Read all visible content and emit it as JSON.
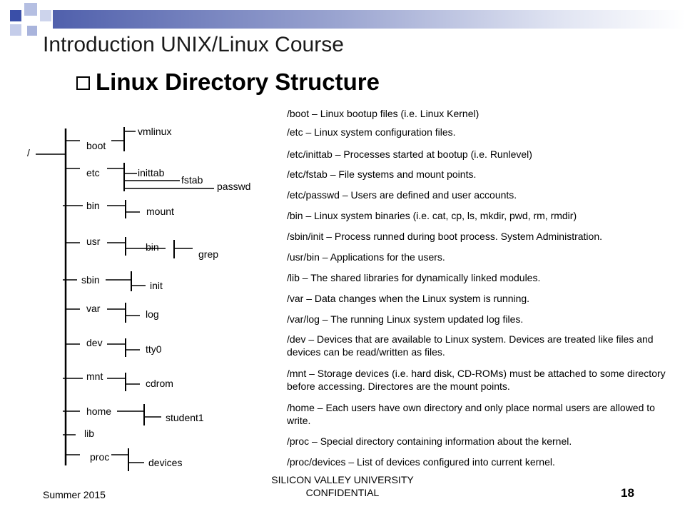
{
  "header": {
    "title": "Introduction UNIX/Linux Course",
    "subtitle": "Linux Directory Structure"
  },
  "tree": {
    "root": "/",
    "boot": "boot",
    "vmlinux": "vmlinux",
    "etc": "etc",
    "inittab": "inittab",
    "fstab": "fstab",
    "passwd": "passwd",
    "bin": "bin",
    "mount": "mount",
    "usr": "usr",
    "usr_bin": "bin",
    "grep": "grep",
    "sbin": "sbin",
    "init": "init",
    "var": "var",
    "log": "log",
    "dev": "dev",
    "tty0": "tty0",
    "mnt": "mnt",
    "cdrom": "cdrom",
    "home": "home",
    "student1": "student1",
    "lib": "lib",
    "proc": "proc",
    "devices": "devices"
  },
  "descriptions": [
    "/boot – Linux bootup files (i.e. Linux Kernel)",
    "/etc – Linux system configuration files.",
    "/etc/inittab – Processes started at bootup (i.e. Runlevel)",
    "/etc/fstab – File systems and mount points.",
    "/etc/passwd – Users are defined and user accounts.",
    "/bin – Linux system binaries (i.e. cat, cp, ls, mkdir, pwd, rm, rmdir)",
    "/sbin/init – Process runned during boot process. System Administration.",
    "/usr/bin – Applications for the users.",
    "/lib – The shared libraries for dynamically linked modules.",
    "/var – Data changes when the Linux system is running.",
    "/var/log – The running Linux system updated log files.",
    "/dev – Devices that are available to Linux system. Devices are treated like files and devices can be read/written as files.",
    "/mnt – Storage devices (i.e. hard disk, CD-ROMs) must be attached to some directory before accessing. Directores are the mount points.",
    "/home – Each users have own directory and only place normal users are allowed to write.",
    "/proc – Special directory containing information about the kernel.",
    "/proc/devices – List of devices configured into current kernel."
  ],
  "footer": {
    "term": "Summer 2015",
    "org_line1": "SILICON VALLEY UNIVERSITY",
    "org_line2": "CONFIDENTIAL",
    "page_number": "18"
  },
  "colors": {
    "accent_blue": "#3a4fa8",
    "light_blue": "#a9b4dc",
    "gradient_start": "#4a5aa8"
  }
}
